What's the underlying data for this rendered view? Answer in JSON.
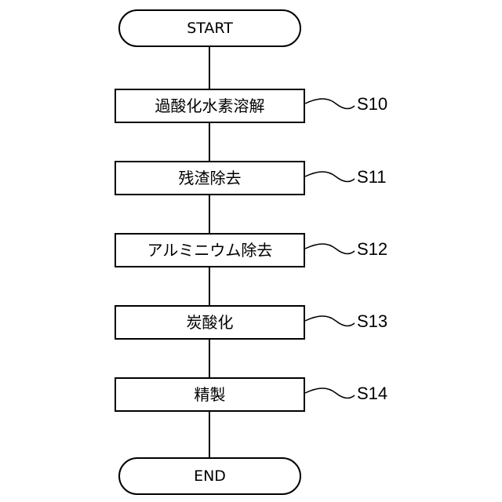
{
  "flowchart": {
    "start_label": "START",
    "end_label": "END",
    "steps": [
      {
        "text": "過酸化水素溶解",
        "label": "S10"
      },
      {
        "text": "残渣除去",
        "label": "S11"
      },
      {
        "text": "アルミニウム除去",
        "label": "S12"
      },
      {
        "text": "炭酸化",
        "label": "S13"
      },
      {
        "text": "精製",
        "label": "S14"
      }
    ]
  }
}
